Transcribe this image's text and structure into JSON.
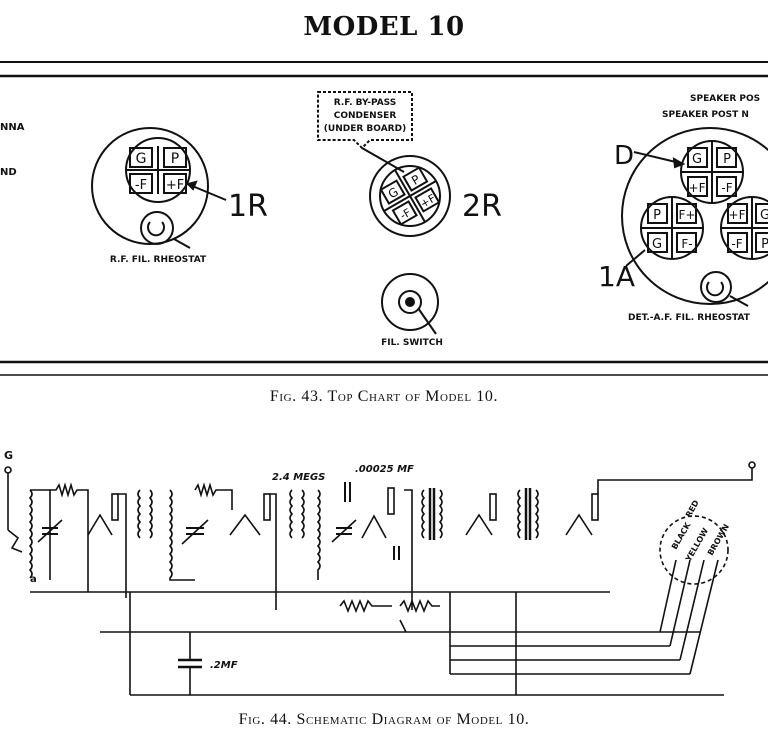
{
  "title": "MODEL 10",
  "top_chart": {
    "antenna_label": "NNA",
    "ground_label": "ND",
    "socket_1r": {
      "name": "1R",
      "pins": [
        "G",
        "P",
        "-F",
        "+F"
      ],
      "rheostat": "R.F. FIL. RHEOSTAT"
    },
    "condenser_note": [
      "R.F. BY-PASS",
      "CONDENSER",
      "(UNDER BOARD)"
    ],
    "socket_2r": {
      "name": "2R",
      "pins": [
        "G",
        "P",
        "-F",
        "+F"
      ]
    },
    "fil_switch": "FIL. SWITCH",
    "speaker_labels": [
      "SPEAKER POS",
      "SPEAKER POST N"
    ],
    "socket_1a": {
      "name": "1A",
      "tube_d_label": "D",
      "tube_d_pins": [
        "G",
        "P",
        "+F",
        "-F"
      ],
      "tube_left_pins": [
        "P",
        "F+",
        "G",
        "F-"
      ],
      "tube_right_pins": [
        "+F",
        "G",
        "-F",
        "P"
      ],
      "rheostat": "DET.-A.F. FIL. RHEOSTAT"
    }
  },
  "caption_top": "Fig. 43.   Top Chart of Model 10.",
  "schematic": {
    "label_g": "G",
    "label_a": "a",
    "resistor_label": "2.4 MEGS",
    "cap_label": ".00025 MF",
    "bypass_label": ".2MF",
    "cable_labels": [
      "RED",
      "BLACK",
      "YELLOW",
      "BROWN"
    ]
  },
  "caption_bottom": "Fig. 44.   Schematic Diagram of Model 10."
}
